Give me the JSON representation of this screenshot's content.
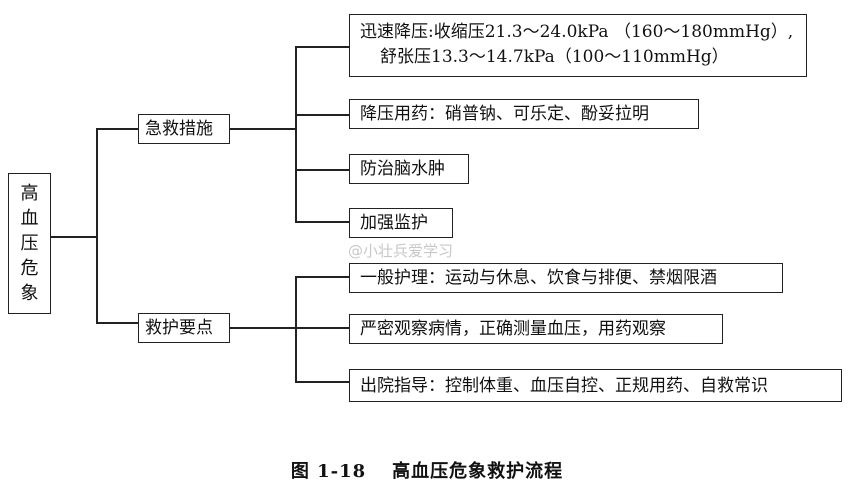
{
  "root": {
    "chars": [
      "高",
      "血",
      "压",
      "危",
      "象"
    ]
  },
  "branches": {
    "emergency": {
      "label": "急救措施",
      "items": [
        {
          "line1": "迅速降压:收缩压21.3～24.0kPa （160～180mmHg）,",
          "line2": "舒张压13.3～14.7kPa（100～110mmHg）"
        },
        {
          "text": "降压用药：硝普钠、可乐定、酚妥拉明"
        },
        {
          "text": "防治脑水肿"
        },
        {
          "text": "加强监护"
        }
      ]
    },
    "care": {
      "label": "救护要点",
      "items": [
        {
          "text": "一般护理：运动与休息、饮食与排便、禁烟限酒"
        },
        {
          "text": "严密观察病情，正确测量血压，用药观察"
        },
        {
          "text": "出院指导：控制体重、血压自控、正规用药、自救常识"
        }
      ]
    }
  },
  "watermark": "@小壮兵爱学习",
  "caption": {
    "number": "图 1-18",
    "title": "高血压危象救护流程"
  }
}
